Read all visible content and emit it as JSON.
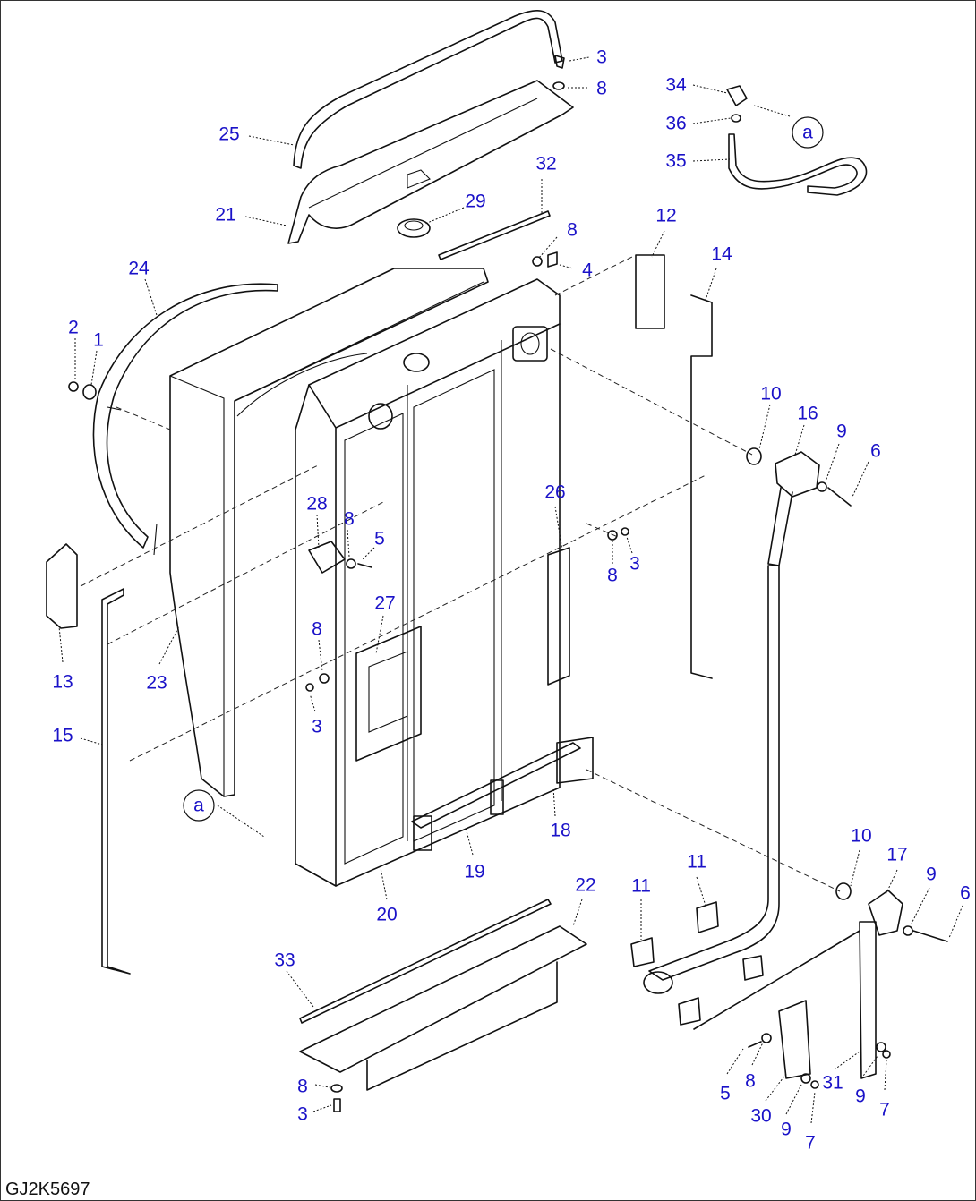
{
  "drawing_code": "GJ2K5697",
  "ref_marker": "a",
  "callouts": [
    {
      "id": "c1",
      "label": "1"
    },
    {
      "id": "c2",
      "label": "2"
    },
    {
      "id": "c3a",
      "label": "3"
    },
    {
      "id": "c3b",
      "label": "3"
    },
    {
      "id": "c3c",
      "label": "3"
    },
    {
      "id": "c3d",
      "label": "3"
    },
    {
      "id": "c4",
      "label": "4"
    },
    {
      "id": "c5a",
      "label": "5"
    },
    {
      "id": "c5b",
      "label": "5"
    },
    {
      "id": "c6a",
      "label": "6"
    },
    {
      "id": "c6b",
      "label": "6"
    },
    {
      "id": "c7a",
      "label": "7"
    },
    {
      "id": "c7b",
      "label": "7"
    },
    {
      "id": "c8a",
      "label": "8"
    },
    {
      "id": "c8b",
      "label": "8"
    },
    {
      "id": "c8c",
      "label": "8"
    },
    {
      "id": "c8d",
      "label": "8"
    },
    {
      "id": "c8e",
      "label": "8"
    },
    {
      "id": "c8f",
      "label": "8"
    },
    {
      "id": "c8g",
      "label": "8"
    },
    {
      "id": "c9a",
      "label": "9"
    },
    {
      "id": "c9b",
      "label": "9"
    },
    {
      "id": "c9c",
      "label": "9"
    },
    {
      "id": "c9d",
      "label": "9"
    },
    {
      "id": "c10a",
      "label": "10"
    },
    {
      "id": "c10b",
      "label": "10"
    },
    {
      "id": "c11a",
      "label": "11"
    },
    {
      "id": "c11b",
      "label": "11"
    },
    {
      "id": "c12",
      "label": "12"
    },
    {
      "id": "c13",
      "label": "13"
    },
    {
      "id": "c14",
      "label": "14"
    },
    {
      "id": "c15",
      "label": "15"
    },
    {
      "id": "c16",
      "label": "16"
    },
    {
      "id": "c17",
      "label": "17"
    },
    {
      "id": "c18",
      "label": "18"
    },
    {
      "id": "c19",
      "label": "19"
    },
    {
      "id": "c20",
      "label": "20"
    },
    {
      "id": "c21",
      "label": "21"
    },
    {
      "id": "c22",
      "label": "22"
    },
    {
      "id": "c23",
      "label": "23"
    },
    {
      "id": "c24",
      "label": "24"
    },
    {
      "id": "c25",
      "label": "25"
    },
    {
      "id": "c26",
      "label": "26"
    },
    {
      "id": "c27",
      "label": "27"
    },
    {
      "id": "c28",
      "label": "28"
    },
    {
      "id": "c29",
      "label": "29"
    },
    {
      "id": "c30",
      "label": "30"
    },
    {
      "id": "c31",
      "label": "31"
    },
    {
      "id": "c32",
      "label": "32"
    },
    {
      "id": "c33",
      "label": "33"
    },
    {
      "id": "c34",
      "label": "34"
    },
    {
      "id": "c35",
      "label": "35"
    },
    {
      "id": "c36",
      "label": "36"
    }
  ],
  "colors": {
    "callout": "#1a12c8",
    "line": "#111111"
  }
}
